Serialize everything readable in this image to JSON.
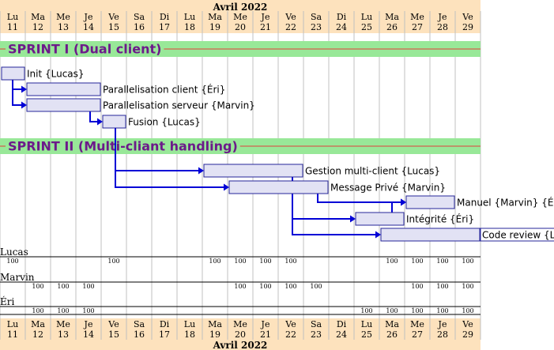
{
  "month": "Avril 2022",
  "days": [
    {
      "name": "Lu",
      "num": "11",
      "weekend": false
    },
    {
      "name": "Ma",
      "num": "12",
      "weekend": false
    },
    {
      "name": "Me",
      "num": "13",
      "weekend": false
    },
    {
      "name": "Je",
      "num": "14",
      "weekend": false
    },
    {
      "name": "Ve",
      "num": "15",
      "weekend": false
    },
    {
      "name": "Sa",
      "num": "16",
      "weekend": true
    },
    {
      "name": "Di",
      "num": "17",
      "weekend": true
    },
    {
      "name": "Lu",
      "num": "18",
      "weekend": false
    },
    {
      "name": "Ma",
      "num": "19",
      "weekend": false
    },
    {
      "name": "Me",
      "num": "20",
      "weekend": false
    },
    {
      "name": "Je",
      "num": "21",
      "weekend": false
    },
    {
      "name": "Ve",
      "num": "22",
      "weekend": false
    },
    {
      "name": "Sa",
      "num": "23",
      "weekend": true
    },
    {
      "name": "Di",
      "num": "24",
      "weekend": true
    },
    {
      "name": "Lu",
      "num": "25",
      "weekend": false
    },
    {
      "name": "Ma",
      "num": "26",
      "weekend": false
    },
    {
      "name": "Me",
      "num": "27",
      "weekend": false
    },
    {
      "name": "Je",
      "num": "28",
      "weekend": false
    },
    {
      "name": "Ve",
      "num": "29",
      "weekend": false
    }
  ],
  "separators": [
    {
      "title": "SPRINT I (Dual client)"
    },
    {
      "title": "SPRINT II (Multi-cliant handling)"
    }
  ],
  "tasks": [
    {
      "id": "init",
      "label": "Init {Lucas}",
      "start": 0,
      "end": 1
    },
    {
      "id": "pclient",
      "label": "Parallelisation client {Éri}",
      "start": 1,
      "end": 4
    },
    {
      "id": "pserveur",
      "label": "Parallelisation serveur {Marvin}",
      "start": 1,
      "end": 4
    },
    {
      "id": "fusion",
      "label": "Fusion {Lucas}",
      "start": 4,
      "end": 5
    },
    {
      "id": "gestion",
      "label": "Gestion multi-client {Lucas}",
      "start": 8,
      "end": 12
    },
    {
      "id": "message",
      "label": "Message Privé {Marvin}",
      "start": 9,
      "end": 13
    },
    {
      "id": "manuel",
      "label": "Manuel {Marvin} {Éri}",
      "start": 16,
      "end": 18
    },
    {
      "id": "integrite",
      "label": "Intégrité {Éri}",
      "start": 14,
      "end": 16
    },
    {
      "id": "review",
      "label": "Code review {Lucas}",
      "start": 15,
      "end": 19
    }
  ],
  "dependencies": [
    {
      "from": "init",
      "to": "pclient"
    },
    {
      "from": "init",
      "to": "pserveur"
    },
    {
      "from": "pserveur",
      "to": "fusion"
    },
    {
      "from": "fusion",
      "to": "gestion"
    },
    {
      "from": "fusion",
      "to": "message"
    },
    {
      "from": "message",
      "to": "manuel"
    },
    {
      "from": "gestion",
      "to": "integrite"
    },
    {
      "from": "gestion",
      "to": "review"
    },
    {
      "from": "integrite",
      "to": "manuel"
    }
  ],
  "resources": [
    {
      "name": "Lucas",
      "loads": [
        "100",
        "",
        "",
        "",
        "100",
        "",
        "",
        "",
        "100",
        "100",
        "100",
        "100",
        "",
        "",
        "",
        "100",
        "100",
        "100",
        "100"
      ]
    },
    {
      "name": "Marvin",
      "loads": [
        "",
        "100",
        "100",
        "100",
        "",
        "",
        "",
        "",
        "",
        "100",
        "100",
        "100",
        "100",
        "",
        "",
        "",
        "100",
        "100",
        "100"
      ]
    },
    {
      "name": "Éri",
      "loads": [
        "",
        "100",
        "100",
        "100",
        "",
        "",
        "",
        "",
        "",
        "",
        "",
        "",
        "",
        "",
        "100",
        "100",
        "100",
        "100",
        "100"
      ]
    }
  ],
  "colors": {
    "header": "#fde2bd",
    "separator": "#98e898",
    "separator_title": "#6c1a8a",
    "dependency": "#0000d6",
    "task_fill": "#e2e2f4"
  }
}
